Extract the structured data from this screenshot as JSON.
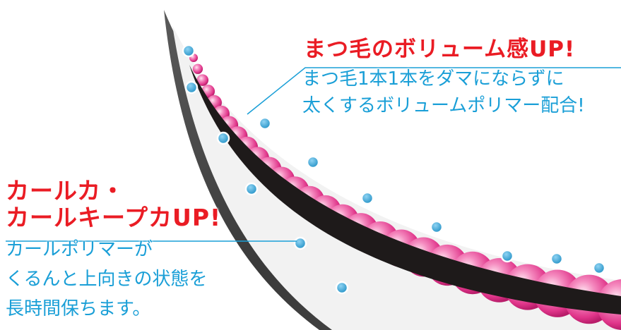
{
  "callout_volume": {
    "heading": "まつ毛のボリューム感UP!",
    "body_line1": "まつ毛1本1本をダマにならずに",
    "body_line2": "太くするボリュームポリマー配合!"
  },
  "callout_curl": {
    "heading_line1": "カールカ・",
    "heading_line2": "カールキープカUP!",
    "body_line1": "カールポリマーが",
    "body_line2": "くるんと上向きの状態を",
    "body_line3": "長時間保ちます。"
  },
  "colors": {
    "heading": "#ea1c24",
    "body": "#1a9fd7",
    "lash": "#1e1a1a",
    "bead": "#e8388f",
    "dot": "#3aa6d6"
  }
}
